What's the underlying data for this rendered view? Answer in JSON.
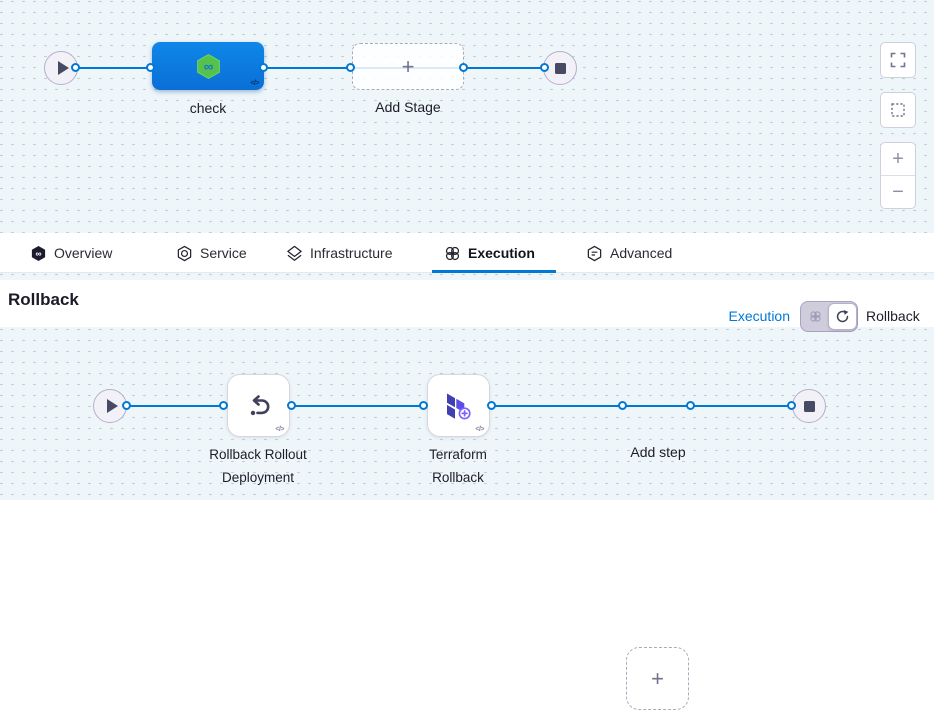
{
  "colors": {
    "accent_blue": "#0278d5",
    "stage_blue": "#0b7ddf",
    "harness_green": "#56c24e",
    "terraform_purple": "#5c4ee4",
    "canvas_bg": "#eef6fa"
  },
  "glyphs": {
    "plus": "+",
    "minus": "−",
    "code": "</>"
  },
  "top_pipeline": {
    "stage_label": "check",
    "add_stage_label": "Add Stage"
  },
  "tabs": [
    {
      "label": "Overview"
    },
    {
      "label": "Service"
    },
    {
      "label": "Infrastructure"
    },
    {
      "label": "Execution"
    },
    {
      "label": "Advanced"
    }
  ],
  "active_tab": "Execution",
  "section": {
    "title": "Rollback",
    "toggle": {
      "left_label": "Execution",
      "right_label": "Rollback",
      "selected": "Rollback"
    }
  },
  "bottom_pipeline": {
    "steps": [
      {
        "line1": "Rollback Rollout",
        "line2": "Deployment"
      },
      {
        "line1": "Terraform",
        "line2": "Rollback"
      }
    ],
    "add_step_label": "Add step"
  }
}
